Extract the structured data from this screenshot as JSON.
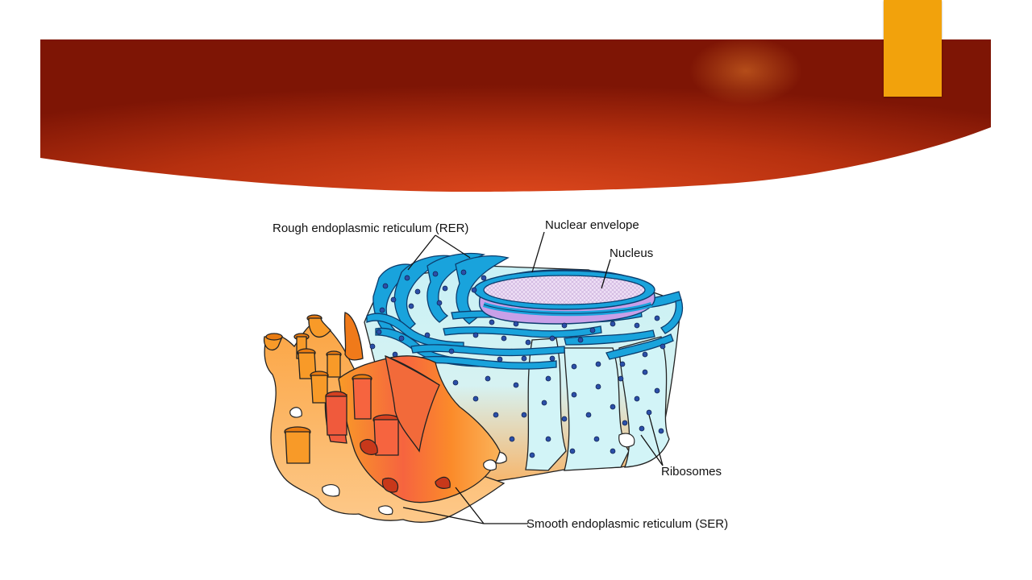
{
  "slide": {
    "colors": {
      "banner_dark": "#7e1505",
      "banner_bright": "#d8431b",
      "accent_tab": "#f2a20c",
      "rer_blue": "#1aa6dc",
      "cytosol_blue": "#c9f1f6",
      "ser_orange": "#fb9a25",
      "ser_red": "#f05a3c",
      "ribosome": "#2b4fa8",
      "nucleus": "#c8a0e8"
    }
  },
  "diagram": {
    "labels": {
      "rer": "Rough endoplasmic reticulum (RER)",
      "nuclear_envelope": "Nuclear envelope",
      "nucleus": "Nucleus",
      "ribosomes": "Ribosomes",
      "ser": "Smooth endoplasmic reticulum (SER)"
    }
  }
}
